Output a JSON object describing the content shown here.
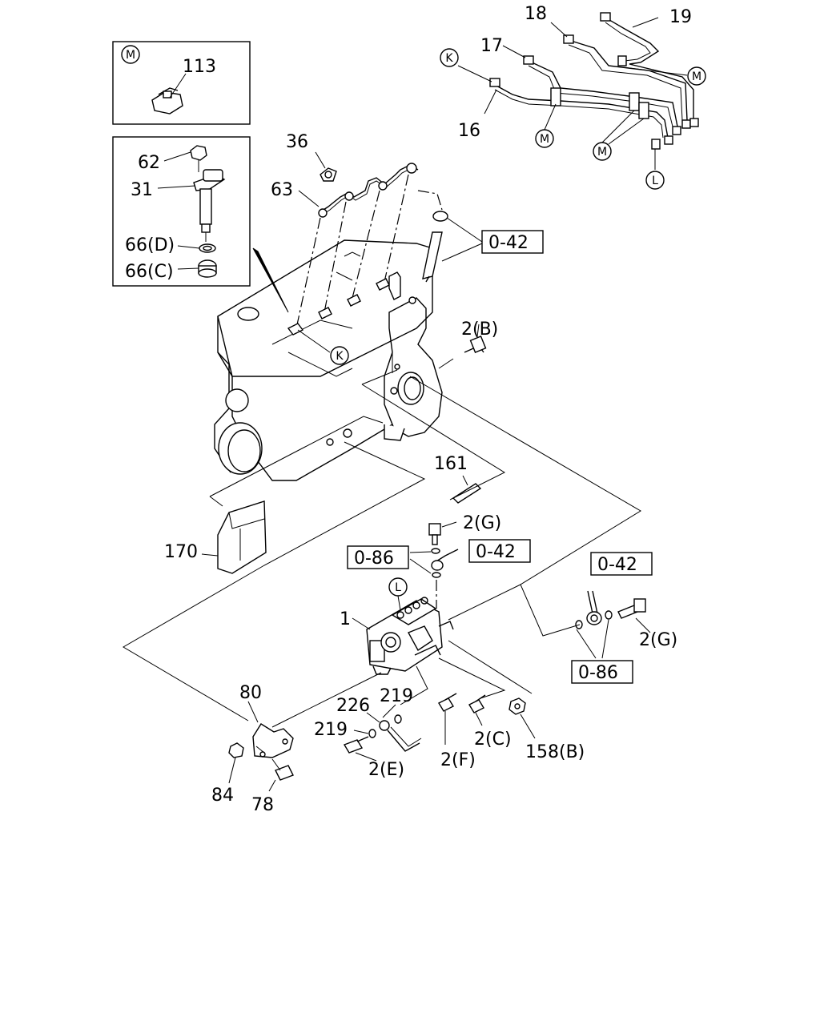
{
  "labels": {
    "p113": "113",
    "p62": "62",
    "p31": "31",
    "p66d": "66(D)",
    "p66c": "66(C)",
    "p36": "36",
    "p63": "63",
    "p18": "18",
    "p19": "19",
    "p17": "17",
    "p16": "16",
    "p2b": "2(B)",
    "p161": "161",
    "p2g_top": "2(G)",
    "p170": "170",
    "p1": "1",
    "p2g_right": "2(G)",
    "p80": "80",
    "p226": "226",
    "p219a": "219",
    "p219b": "219",
    "p84": "84",
    "p78": "78",
    "p2e": "2(E)",
    "p2f": "2(F)",
    "p2c": "2(C)",
    "p158b": "158(B)"
  },
  "refs": {
    "r042_top": "0-42",
    "r086_mid": "0-86",
    "r042_mid": "0-42",
    "r042_right": "0-42",
    "r086_right": "0-86"
  },
  "markers": {
    "m_inset": "M",
    "m_lines_right": "M",
    "m_lines_center": "M",
    "m_lines_bottom": "M",
    "k_top": "K",
    "k_engine": "K",
    "l_lines": "L",
    "l_pump": "L"
  }
}
